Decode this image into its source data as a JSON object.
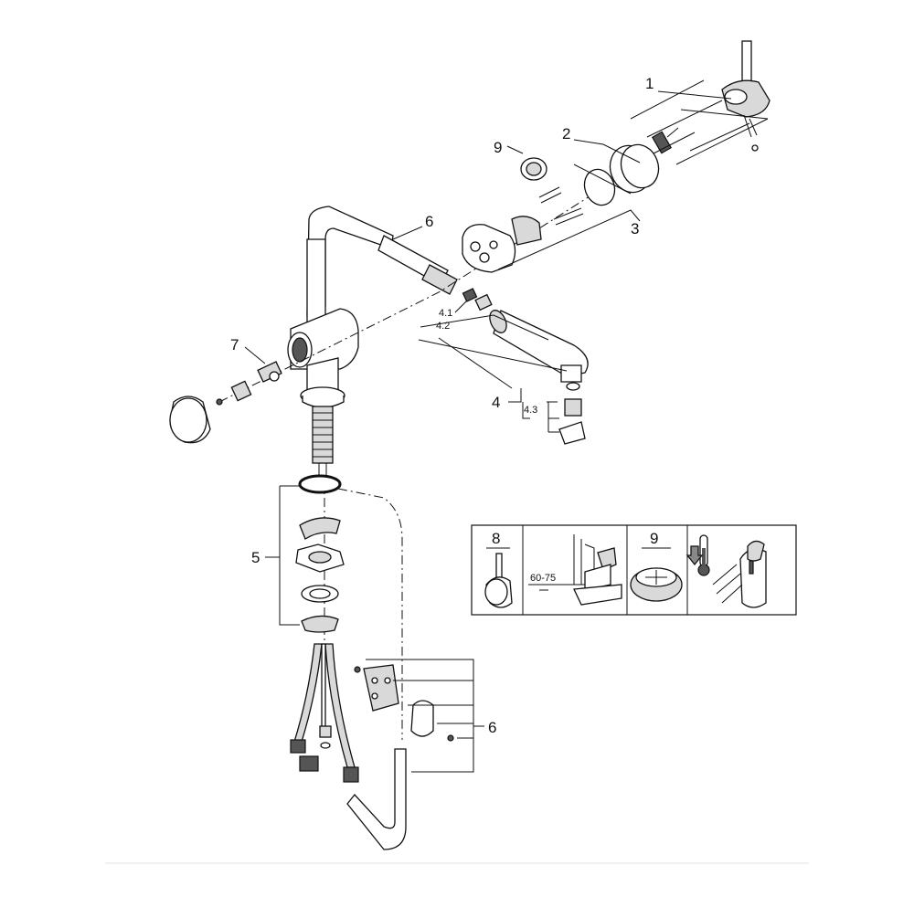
{
  "labels": {
    "p1": "1",
    "p2": "2",
    "p3": "3",
    "p4": "4",
    "p41": "4.1",
    "p42": "4.2",
    "p43": "4.3",
    "p5": "5",
    "p6_top": "6",
    "p6_bottom": "6",
    "p7": "7",
    "p9": "9"
  },
  "inset": {
    "cell1_number": "8",
    "cell2_dimension": "60-75",
    "cell3_number": "9"
  }
}
